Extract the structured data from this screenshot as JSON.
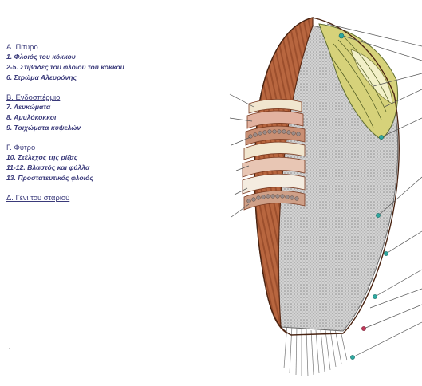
{
  "legend": {
    "group_a": {
      "title": "Α. Πίτυρο",
      "items": [
        "1. Φλοιός του κόκκου",
        "2-5. Στιβάδες του φλοιού του κόκκου",
        "6. Στρώμα Αλευρόνης"
      ]
    },
    "group_b": {
      "title": "Β. Ενδοσπέρμιο",
      "items": [
        "7. Λευκώματα",
        "8. Αμυλόκοκκοι",
        "9. Τοιχώματα κυψελών"
      ]
    },
    "group_c": {
      "title": "Γ. Φύτρο",
      "items": [
        "10. Στέλεχος της ρίζας",
        "11-12. Βλαστός και φύλλα",
        "13. Προστατευτικός φλοιός"
      ]
    },
    "group_d": {
      "title": "Δ. Γένι του σταριού"
    }
  },
  "colors": {
    "bran": "#b8663f",
    "bran_dark": "#7a3a20",
    "endosperm": "#c9c9c9",
    "germ": "#d8d47a",
    "layer_cream": "#f1e6cf",
    "layer_pink": "#e2b2a0",
    "marker_teal": "#2ea8a0",
    "leader": "#555555"
  }
}
